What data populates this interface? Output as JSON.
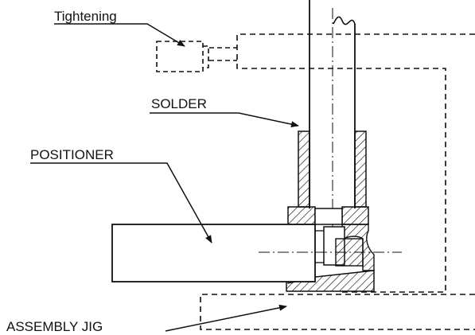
{
  "labels": {
    "tightening": "Tightening",
    "solder": "SOLDER",
    "positioner": "POSITIONER",
    "assembly_jig": "ASSEMBLY JIG"
  },
  "colors": {
    "line": "#111111",
    "background": "#ffffff"
  }
}
